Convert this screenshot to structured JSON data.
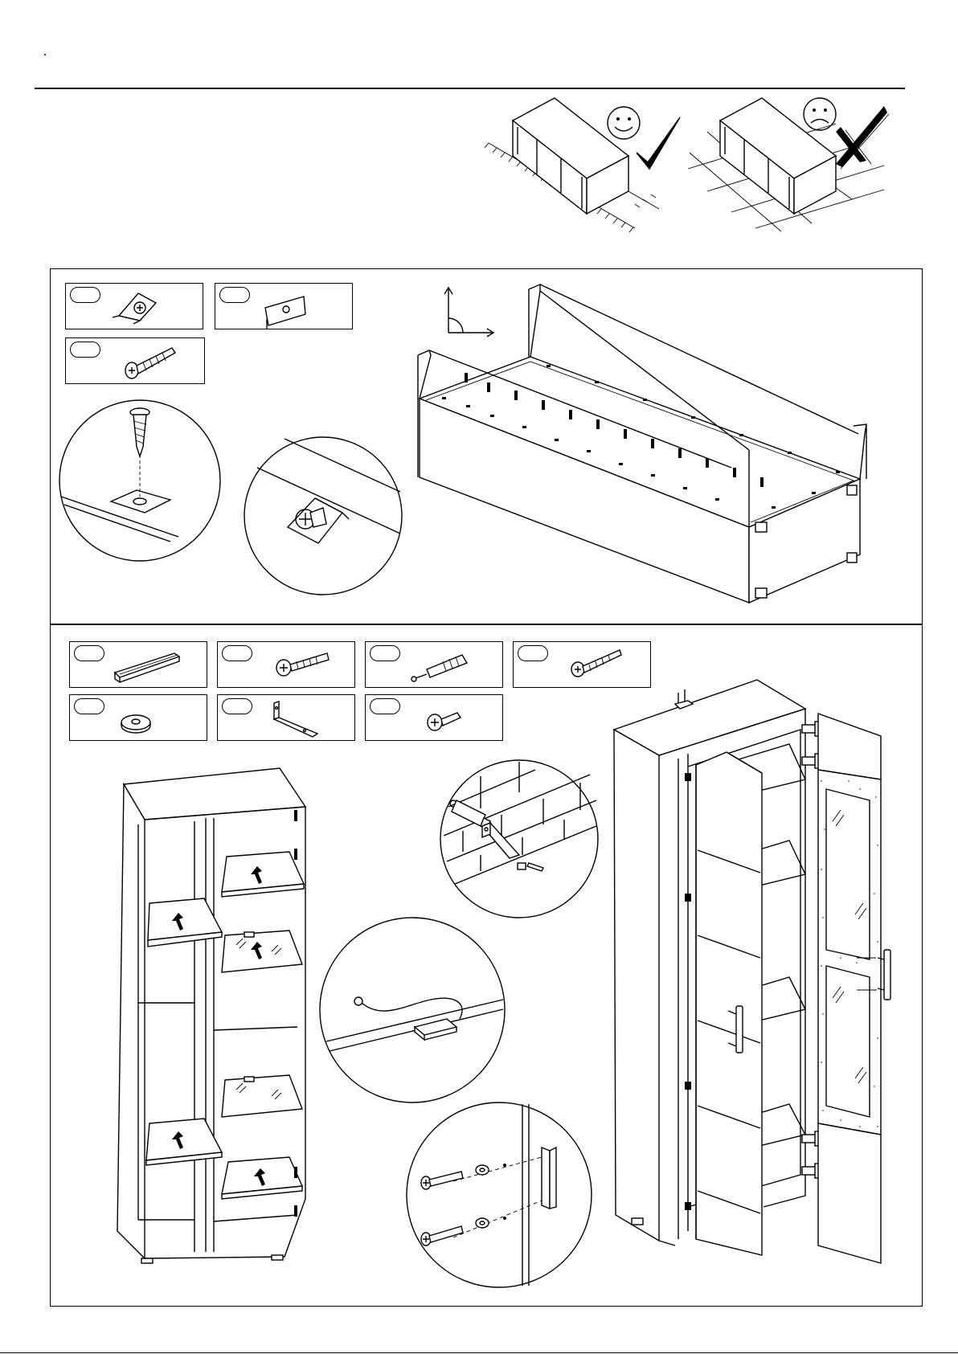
{
  "page": {
    "background": "#ffffff",
    "ink": "#000000"
  },
  "icons": {
    "smiley": "happy-face-icon",
    "frowny": "sad-face-icon",
    "check": "check-mark-icon",
    "cross": "cross-mark-icon",
    "right_angle": "right-angle-icon",
    "arrow": "up-arrow-icon"
  },
  "step1_parts": [
    {
      "name": "angle-bracket-with-screw",
      "icon": "corner-bracket-icon"
    },
    {
      "name": "back-panel-clip",
      "icon": "panel-clip-icon"
    },
    {
      "name": "wood-screw-long",
      "icon": "screw-icon"
    }
  ],
  "step2_parts": [
    {
      "name": "handle",
      "icon": "handle-icon"
    },
    {
      "name": "machine-screw",
      "icon": "screw-icon"
    },
    {
      "name": "wall-plug-with-screw",
      "icon": "wall-plug-icon"
    },
    {
      "name": "wood-screw-long",
      "icon": "screw-icon"
    },
    {
      "name": "washer",
      "icon": "washer-icon"
    },
    {
      "name": "wall-bracket",
      "icon": "wall-bracket-icon"
    },
    {
      "name": "short-screw",
      "icon": "screw-icon"
    }
  ]
}
